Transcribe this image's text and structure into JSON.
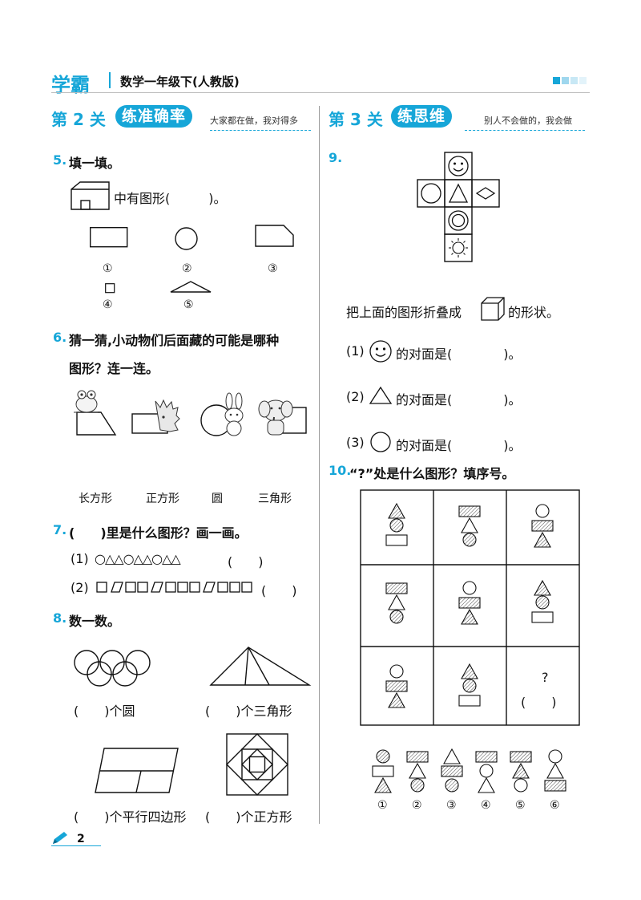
{
  "header": {
    "brand": "学霸",
    "book_title": "数学一年级下(人教版)",
    "squares": [
      "#16a6d8",
      "#9fd7ee",
      "#c8e8f5",
      "#e3f3fa"
    ]
  },
  "left_section": {
    "num": "第 2 关",
    "title": "练准确率",
    "slogan": "大家都在做，我对得多"
  },
  "right_section": {
    "num": "第 3 关",
    "title": "练思维",
    "slogan": "别人不会做的，我会做"
  },
  "q5": {
    "num": "5.",
    "title": "填一填。",
    "prompt": "中有图形(　　　)。",
    "labels": [
      "①",
      "②",
      "③",
      "④",
      "⑤"
    ]
  },
  "q6": {
    "num": "6.",
    "title_line1": "猜一猜,小动物们后面藏的可能是哪种",
    "title_line2": "图形？连一连。",
    "options": [
      "长方形",
      "正方形",
      "圆",
      "三角形"
    ]
  },
  "q7": {
    "num": "7.",
    "title": "(　　)里是什么图形？画一画。",
    "row1_label": "(1)",
    "row1_seq": "○△△○△△○△△",
    "row1_blank": "(　　)",
    "row2_label": "(2)",
    "row2_blank": "(　　)"
  },
  "q8": {
    "num": "8.",
    "title": "数一数。",
    "ans1": "(　　)个圆",
    "ans2": "(　　)个三角形",
    "ans3": "(　　)个平行四边形",
    "ans4": "(　　)个正方形"
  },
  "q9": {
    "num": "9.",
    "fold_text1": "把上面的图形折叠成",
    "fold_text2": "的形状。",
    "item1_label": "(1)",
    "item1_text": "的对面是(　　　　)。",
    "item2_label": "(2)",
    "item2_text": "的对面是(　　　　)。",
    "item3_label": "(3)",
    "item3_text": "的对面是(　　　　)。"
  },
  "q10": {
    "num": "10.",
    "title": "“?”处是什么图形？填序号。",
    "question_mark": "?",
    "blank": "(　　)",
    "option_labels": [
      "①",
      "②",
      "③",
      "④",
      "⑤",
      "⑥"
    ]
  },
  "footer": {
    "page_number": "2"
  }
}
